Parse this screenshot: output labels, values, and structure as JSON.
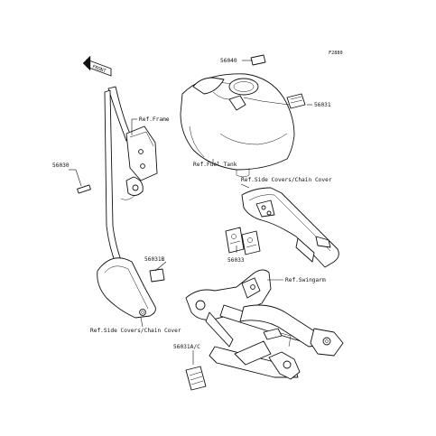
{
  "diagram": {
    "code": "F2880",
    "front_marker": "FRONT",
    "labels": {
      "p56040": "56040",
      "p56031": "56031",
      "ref_frame": "Ref.Frame",
      "ref_fuel_tank": "Ref.Fuel Tank",
      "p56030": "56030",
      "ref_side_covers_top": "Ref.Side Covers/Chain Cover",
      "p56033": "56033",
      "p56031b": "56031B",
      "ref_swingarm": "Ref.Swingarm",
      "ref_side_covers_bottom": "Ref.Side Covers/Chain Cover",
      "p56031ac": "56031A/C"
    }
  }
}
